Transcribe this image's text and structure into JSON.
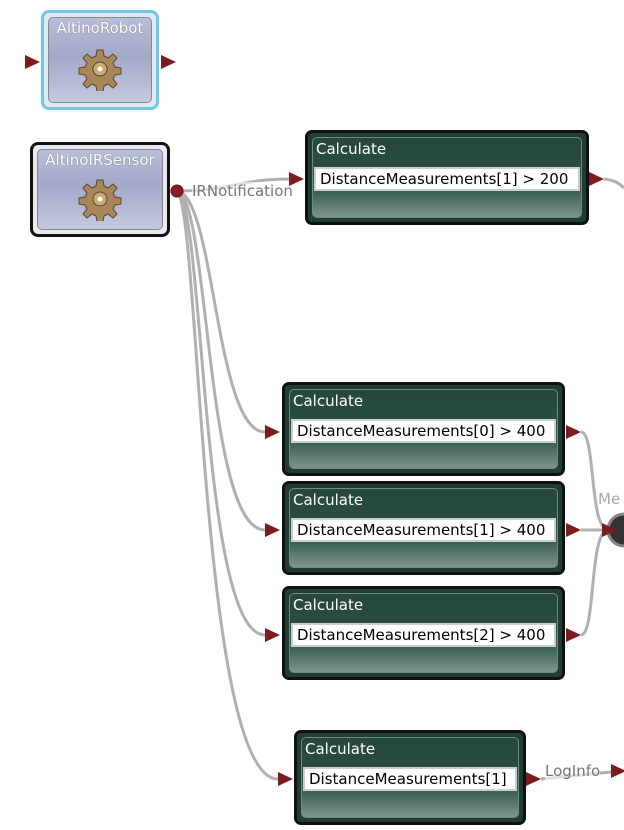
{
  "services": [
    {
      "title": "AltinoRobot",
      "icon": "gear-icon",
      "selected": true
    },
    {
      "title": "AltinoIRSensor",
      "icon": "gear-icon",
      "selected": false
    }
  ],
  "notification_label": "IRNotification",
  "calculate_blocks": [
    {
      "title": "Calculate",
      "expression": "DistanceMeasurements[1] > 200"
    },
    {
      "title": "Calculate",
      "expression": "DistanceMeasurements[0] > 400"
    },
    {
      "title": "Calculate",
      "expression": "DistanceMeasurements[1] > 400"
    },
    {
      "title": "Calculate",
      "expression": "DistanceMeasurements[2] > 400"
    },
    {
      "title": "Calculate",
      "expression": "DistanceMeasurements[1]"
    }
  ],
  "merge_label": "Me",
  "loginfo_label": "LogInfo",
  "colors": {
    "pin": "#7d1c20",
    "block": "#1f3d33",
    "selected": "#6fc8e8"
  }
}
